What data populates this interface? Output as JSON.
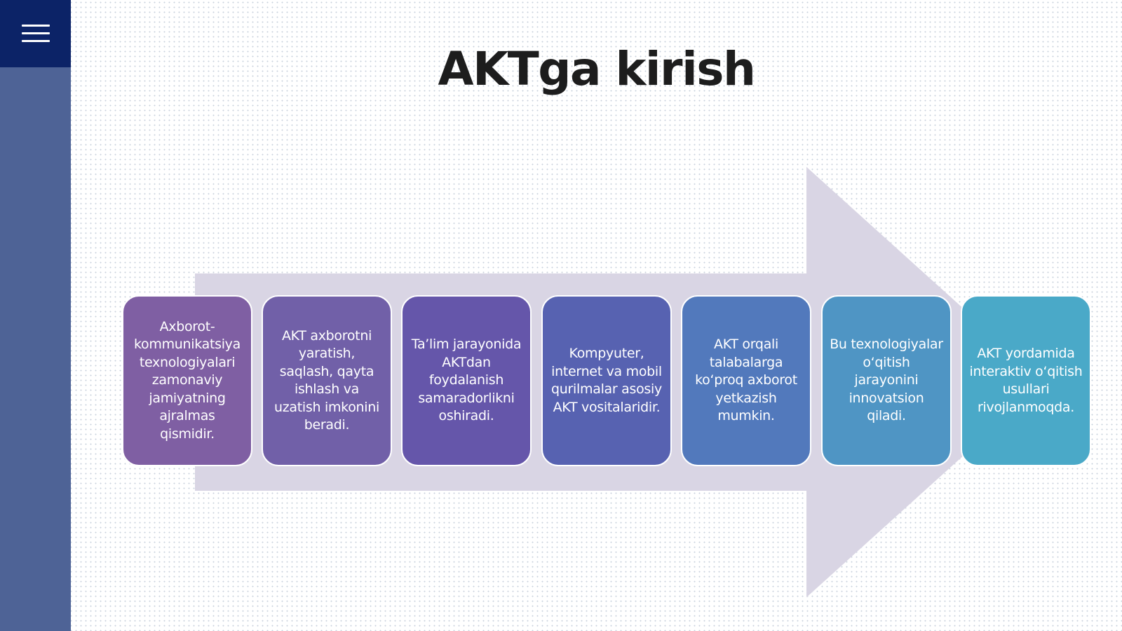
{
  "title": "AKTga kirish",
  "nav": {
    "menu_icon": "hamburger-menu-icon"
  },
  "colors": {
    "sidebar": "#4e6396",
    "menu_block": "#0c2367",
    "arrow": "#d9d5e4",
    "steps": [
      "#7f5fa3",
      "#7160a8",
      "#6556aa",
      "#5762b1",
      "#5279bc",
      "#4f95c4",
      "#4aa9c8"
    ]
  },
  "steps": [
    {
      "text": "Axborot-kommunikatsiya texnologiyalari zamonaviy jamiyatning ajralmas qismidir."
    },
    {
      "text": "AKT axborotni yaratish, saqlash, qayta ishlash va uzatish imkonini beradi."
    },
    {
      "text": "Ta’lim jarayonida AKTdan foydalanish samaradorlikni oshiradi."
    },
    {
      "text": "Kompyuter, internet va mobil qurilmalar asosiy AKT vositalaridir."
    },
    {
      "text": "AKT orqali talabalarga ko‘proq axborot yetkazish mumkin."
    },
    {
      "text": "Bu texnologiyalar o‘qitish jarayonini innovatsion qiladi."
    },
    {
      "text": "AKT yordamida interaktiv o‘qitish usullari rivojlanmoqda."
    }
  ]
}
